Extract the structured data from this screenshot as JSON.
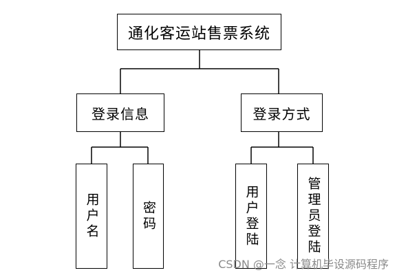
{
  "diagram": {
    "root": "通化客运站售票系统",
    "branch_login_info": {
      "label": "登录信息",
      "children": [
        "用户名",
        "密码"
      ]
    },
    "branch_login_method": {
      "label": "登录方式",
      "children": [
        "用户登陆",
        "管理员登陆"
      ]
    }
  },
  "watermark": "CSDN @一念 计算机毕设源码程序"
}
